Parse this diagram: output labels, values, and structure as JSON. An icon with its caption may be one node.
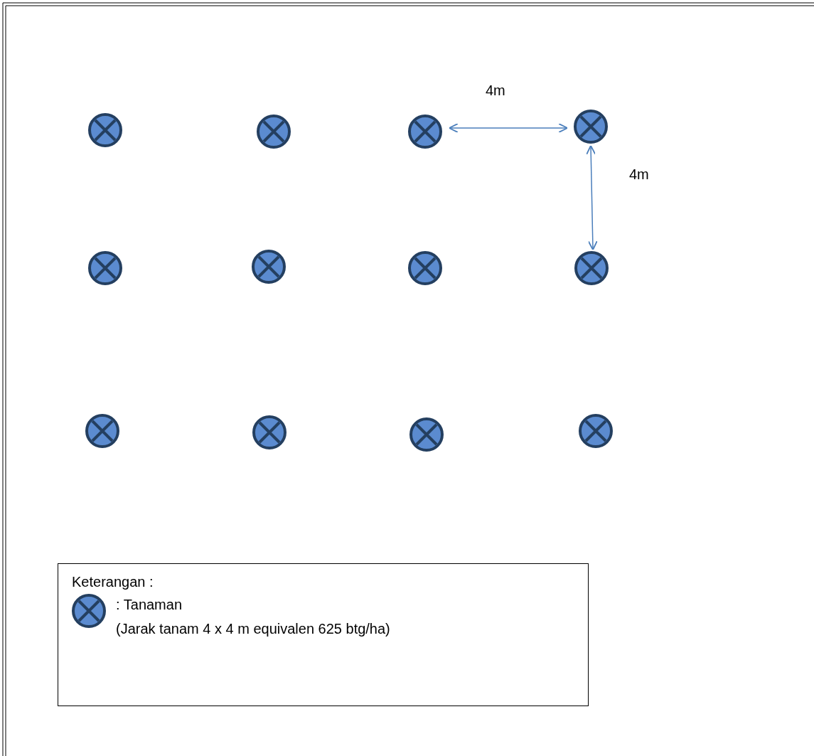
{
  "diagram": {
    "labels": [
      "4m",
      "4m",
      "Keterangan :",
      "(Jarak tanam 4 x 4 m equivalen 625 btg/ha)"
    ],
    "legend": [
      {
        "text": ": Tanaman"
      }
    ]
  }
}
